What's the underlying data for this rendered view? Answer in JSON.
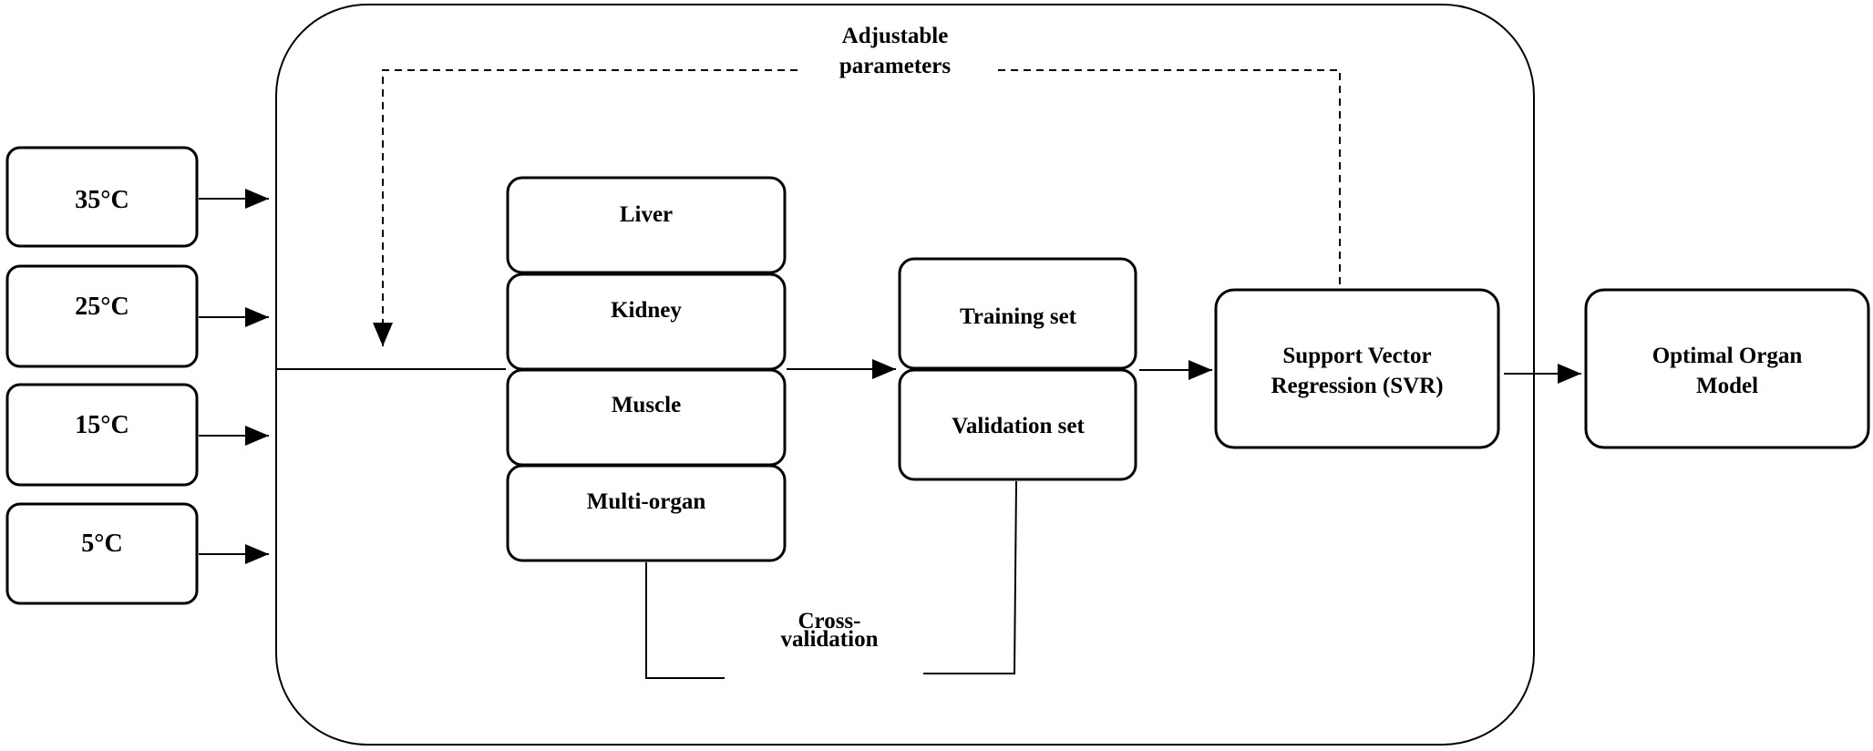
{
  "diagram": {
    "temperatures": [
      "35°C",
      "25°C",
      "15°C",
      "5°C"
    ],
    "organs": [
      "Liver",
      "Kidney",
      "Muscle",
      "Multi-organ"
    ],
    "feedback": {
      "line1": "Adjustable",
      "line2": "parameters"
    },
    "datasets": {
      "training": "Training set",
      "validation": "Validation set"
    },
    "cross_validation": {
      "line1": "Cross-",
      "line2": "validation"
    },
    "svr": {
      "line1": "Support Vector",
      "line2": "Regression (SVR)"
    },
    "output": {
      "line1": "Optimal Organ",
      "line2": "Model"
    },
    "colors": {
      "stroke": "#000000",
      "background": "#ffffff"
    }
  }
}
